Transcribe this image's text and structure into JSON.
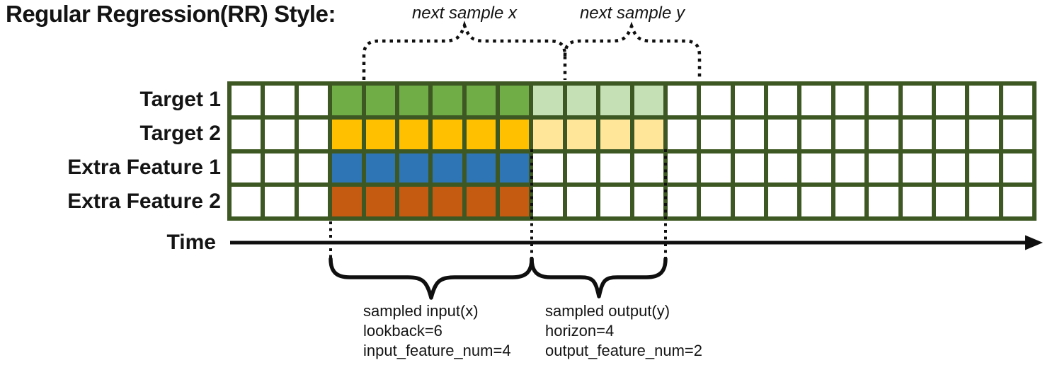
{
  "title": "Regular Regression(RR) Style:",
  "annotations": {
    "next_sample_x": "next sample x",
    "next_sample_y": "next sample y",
    "input_block": {
      "line1": "sampled input(x)",
      "line2": "lookback=6",
      "line3": "input_feature_num=4"
    },
    "output_block": {
      "line1": "sampled output(y)",
      "line2": "horizon=4",
      "line3": "output_feature_num=2"
    }
  },
  "time_axis": {
    "label": "Time"
  },
  "grid": {
    "columns": 24,
    "input_start_col": 3,
    "lookback": 6,
    "horizon": 4,
    "line_color": "#3D5823",
    "empty_color": "#FFFFFF",
    "accent_black": "#0F0F0F",
    "rows": [
      {
        "label": "Target 1",
        "input_color": "#70AD47",
        "output_color": "#C5E0B4"
      },
      {
        "label": "Target 2",
        "input_color": "#FFC000",
        "output_color": "#FFE699"
      },
      {
        "label": "Extra Feature 1",
        "input_color": "#2E75B6",
        "output_color": null
      },
      {
        "label": "Extra Feature 2",
        "input_color": "#C55A11",
        "output_color": null
      }
    ]
  }
}
